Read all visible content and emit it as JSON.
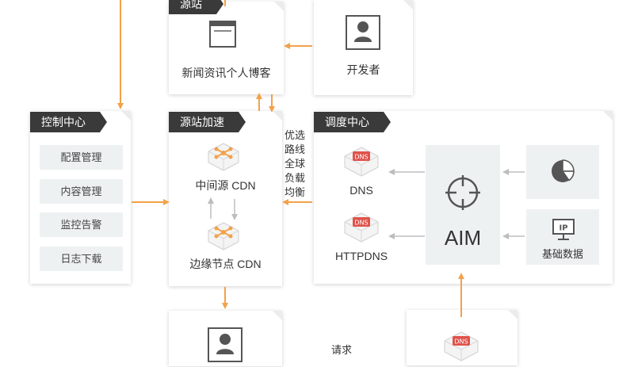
{
  "panels": {
    "source": {
      "title": "源站",
      "label": "新闻资讯个人博客"
    },
    "developer": {
      "label": "开发者"
    },
    "control": {
      "title": "控制中心",
      "items": [
        {
          "label": "配置管理"
        },
        {
          "label": "内容管理"
        },
        {
          "label": "监控告警"
        },
        {
          "label": "日志下载"
        }
      ]
    },
    "accel": {
      "title": "源站加速",
      "mid_label": "中间源 CDN",
      "edge_label": "边缘节点 CDN"
    },
    "dispatch": {
      "title": "调度中心",
      "dns_label": "DNS",
      "httpdns_label": "HTTPDNS",
      "aim_label": "AIM",
      "basic_label": "基础数据"
    }
  },
  "annotations": {
    "route_lines": [
      "优选",
      "路线",
      "全球",
      "负载",
      "均衡"
    ],
    "request": "请求"
  },
  "icons": {
    "browser": "browser-window-icon",
    "user": "user-icon",
    "node": "network-node-icon",
    "dns": "dns-server-icon",
    "target": "crosshair-target-icon",
    "pie": "pie-chart-icon",
    "ip": "ip-monitor-icon"
  },
  "icon_text": {
    "dns": "DNS",
    "ip": "IP"
  },
  "colors": {
    "arrow_orange": "#f2a24a",
    "arrow_gray": "#bdbdbd",
    "tag_bg": "#3a3a3a",
    "icon_red": "#e0524b"
  }
}
